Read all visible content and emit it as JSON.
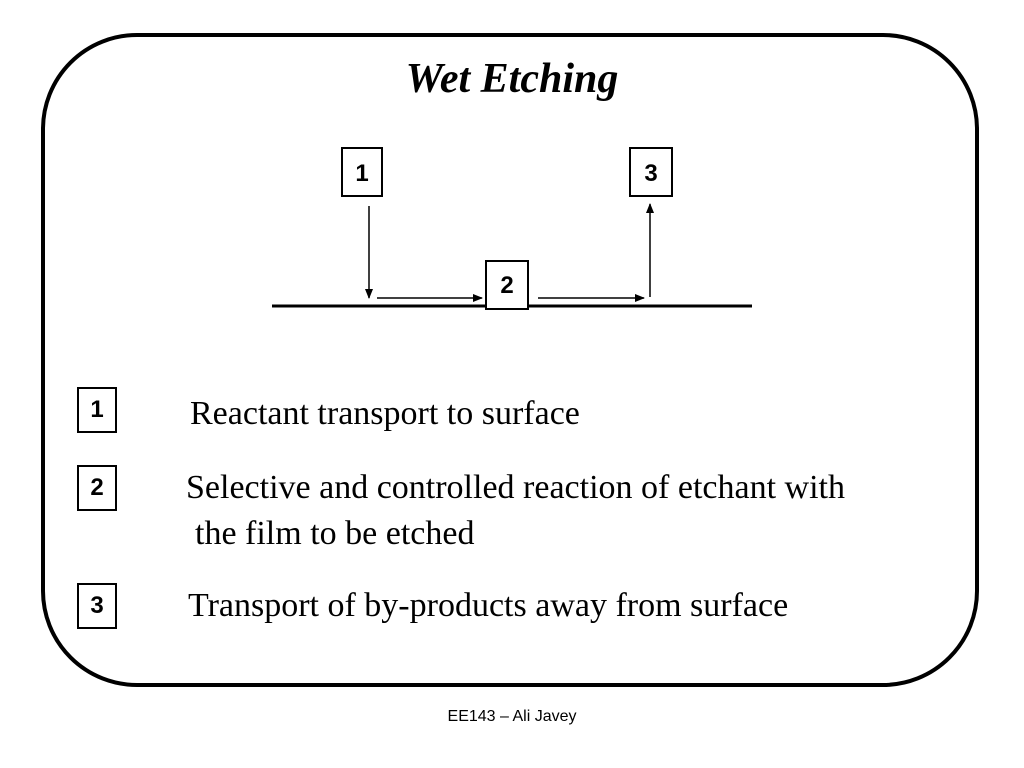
{
  "title": "Wet Etching",
  "diagram": {
    "markers": [
      "1",
      "2",
      "3"
    ]
  },
  "steps": [
    {
      "number": "1",
      "text": "Reactant transport to surface"
    },
    {
      "number": "2",
      "text_line1": "Selective and controlled reaction of etchant with",
      "text_line2": "the film to be etched"
    },
    {
      "number": "3",
      "text": "Transport of by-products away from surface"
    }
  ],
  "footer": "EE143 – Ali Javey",
  "colors": {
    "stroke": "#000000",
    "background": "#ffffff"
  }
}
